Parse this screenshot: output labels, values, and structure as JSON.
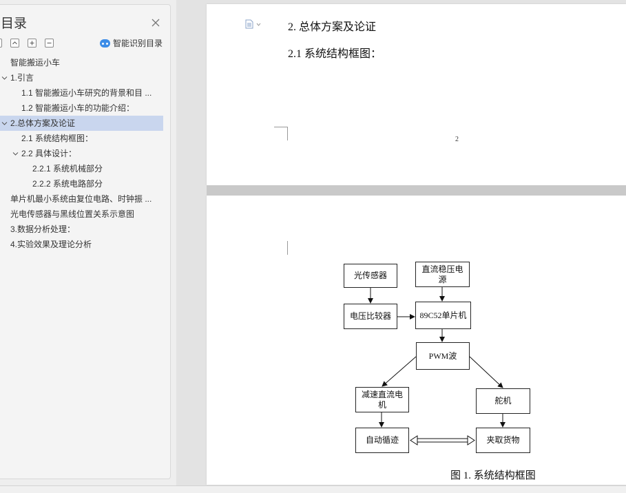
{
  "nav": {
    "title": "目录",
    "smart_toc_label": "智能识别目录",
    "items": [
      {
        "label": "智能搬运小车",
        "level": 0,
        "expand": false
      },
      {
        "label": "1.引言",
        "level": 0,
        "expand": true
      },
      {
        "label": "1.1 智能搬运小车研究的背景和目 ...",
        "level": 1,
        "expand": false
      },
      {
        "label": "1.2 智能搬运小车的功能介绍：",
        "level": 1,
        "expand": false
      },
      {
        "label": "2.总体方案及论证",
        "level": 0,
        "expand": true,
        "selected": true
      },
      {
        "label": "2.1 系统结构框图：",
        "level": 1,
        "expand": false
      },
      {
        "label": "2.2 具体设计：",
        "level": 1,
        "expand": true
      },
      {
        "label": "2.2.1 系统机械部分",
        "level": 2,
        "expand": false
      },
      {
        "label": "2.2.2 系统电路部分",
        "level": 2,
        "expand": false
      },
      {
        "label": "单片机最小系统由复位电路、时钟振 ...",
        "level": 0,
        "expand": false
      },
      {
        "label": "光电传感器与黑线位置关系示意图",
        "level": 0,
        "expand": false
      },
      {
        "label": "3.数据分析处理：",
        "level": 0,
        "expand": false
      },
      {
        "label": "4.实验效果及理论分析",
        "level": 0,
        "expand": false
      }
    ]
  },
  "document": {
    "heading_main": "2. 总体方案及论证",
    "heading_sub": "2.1 系统结构框图：",
    "page_number": "2",
    "caption": "图 1. 系统结构框图"
  },
  "diagram": {
    "light_sensor": "光传感器",
    "dc_power": "直流稳压电源",
    "comparator": "电压比较器",
    "mcu": "89C52单片机",
    "pwm": "PWM波",
    "motor": "减速直流电机",
    "servo": "舵机",
    "tracking": "自动循迹",
    "grab": "夹取货物"
  },
  "colors": {
    "selected_row": "#c9d6ee",
    "accent_blue": "#3c8ce7"
  }
}
